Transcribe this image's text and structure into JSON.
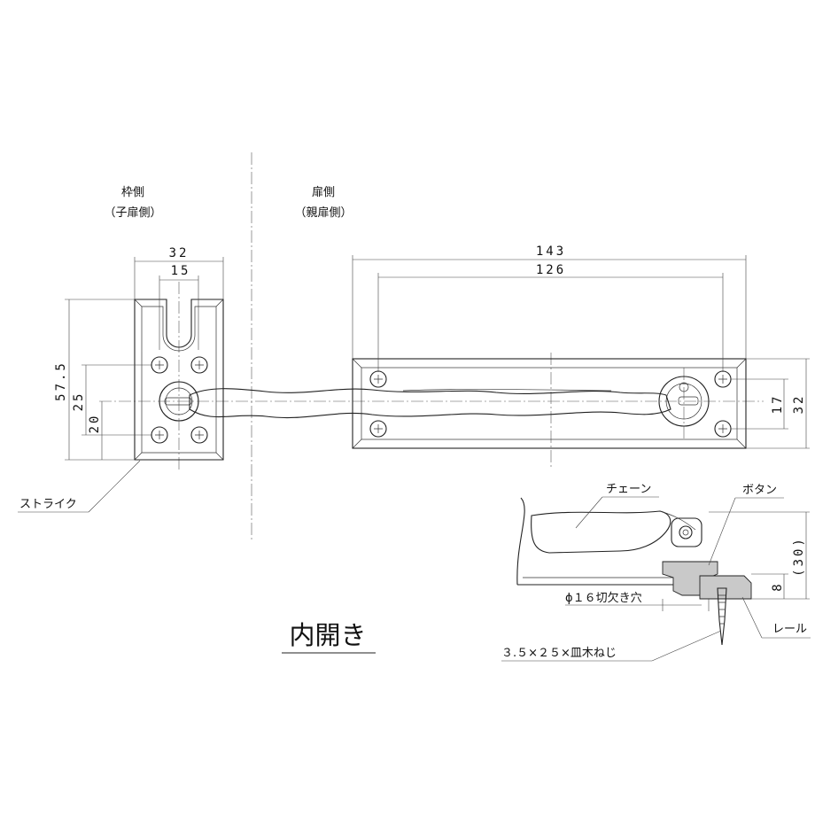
{
  "labels": {
    "frame_side": "枠側",
    "frame_side_sub": "（子扉側）",
    "door_side": "扉側",
    "door_side_sub": "（親扉側）",
    "strike": "ストライク",
    "chain": "チェーン",
    "button": "ボタン",
    "rail": "レール",
    "notch_hole": "ϕ１６切欠き穴",
    "screw": "３.５×２５×皿木ねじ",
    "title": "内開き"
  },
  "dimensions": {
    "strike_width": "32",
    "strike_slot": "15",
    "strike_height": "57.5",
    "strike_25": "25",
    "strike_20": "20",
    "plate_length": "143",
    "plate_pitch": "126",
    "plate_17": "17",
    "plate_32": "32",
    "section_30": "(30)",
    "section_8": "8"
  }
}
